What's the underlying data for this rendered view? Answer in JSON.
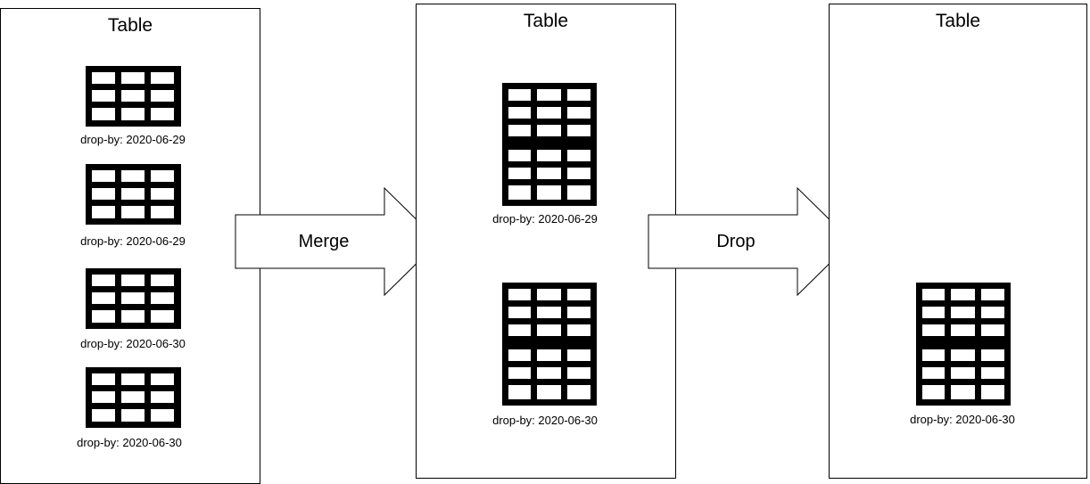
{
  "panels": [
    {
      "title": "Table",
      "tables": [
        {
          "label": "drop-by: 2020-06-29",
          "blocks": 1
        },
        {
          "label": "drop-by: 2020-06-29",
          "blocks": 1
        },
        {
          "label": "drop-by: 2020-06-30",
          "blocks": 1
        },
        {
          "label": "drop-by: 2020-06-30",
          "blocks": 1
        }
      ]
    },
    {
      "title": "Table",
      "tables": [
        {
          "label": "drop-by: 2020-06-29",
          "blocks": 2
        },
        {
          "label": "drop-by: 2020-06-30",
          "blocks": 2
        }
      ]
    },
    {
      "title": "Table",
      "tables": [
        {
          "label": "drop-by: 2020-06-30",
          "blocks": 2
        }
      ]
    }
  ],
  "arrows": [
    {
      "label": "Merge"
    },
    {
      "label": "Drop"
    }
  ],
  "colors": {
    "stroke": "#000000",
    "fill": "#ffffff",
    "text": "#000000"
  },
  "icons": {
    "table": "table-grid-icon",
    "arrow": "right-arrow-icon"
  }
}
